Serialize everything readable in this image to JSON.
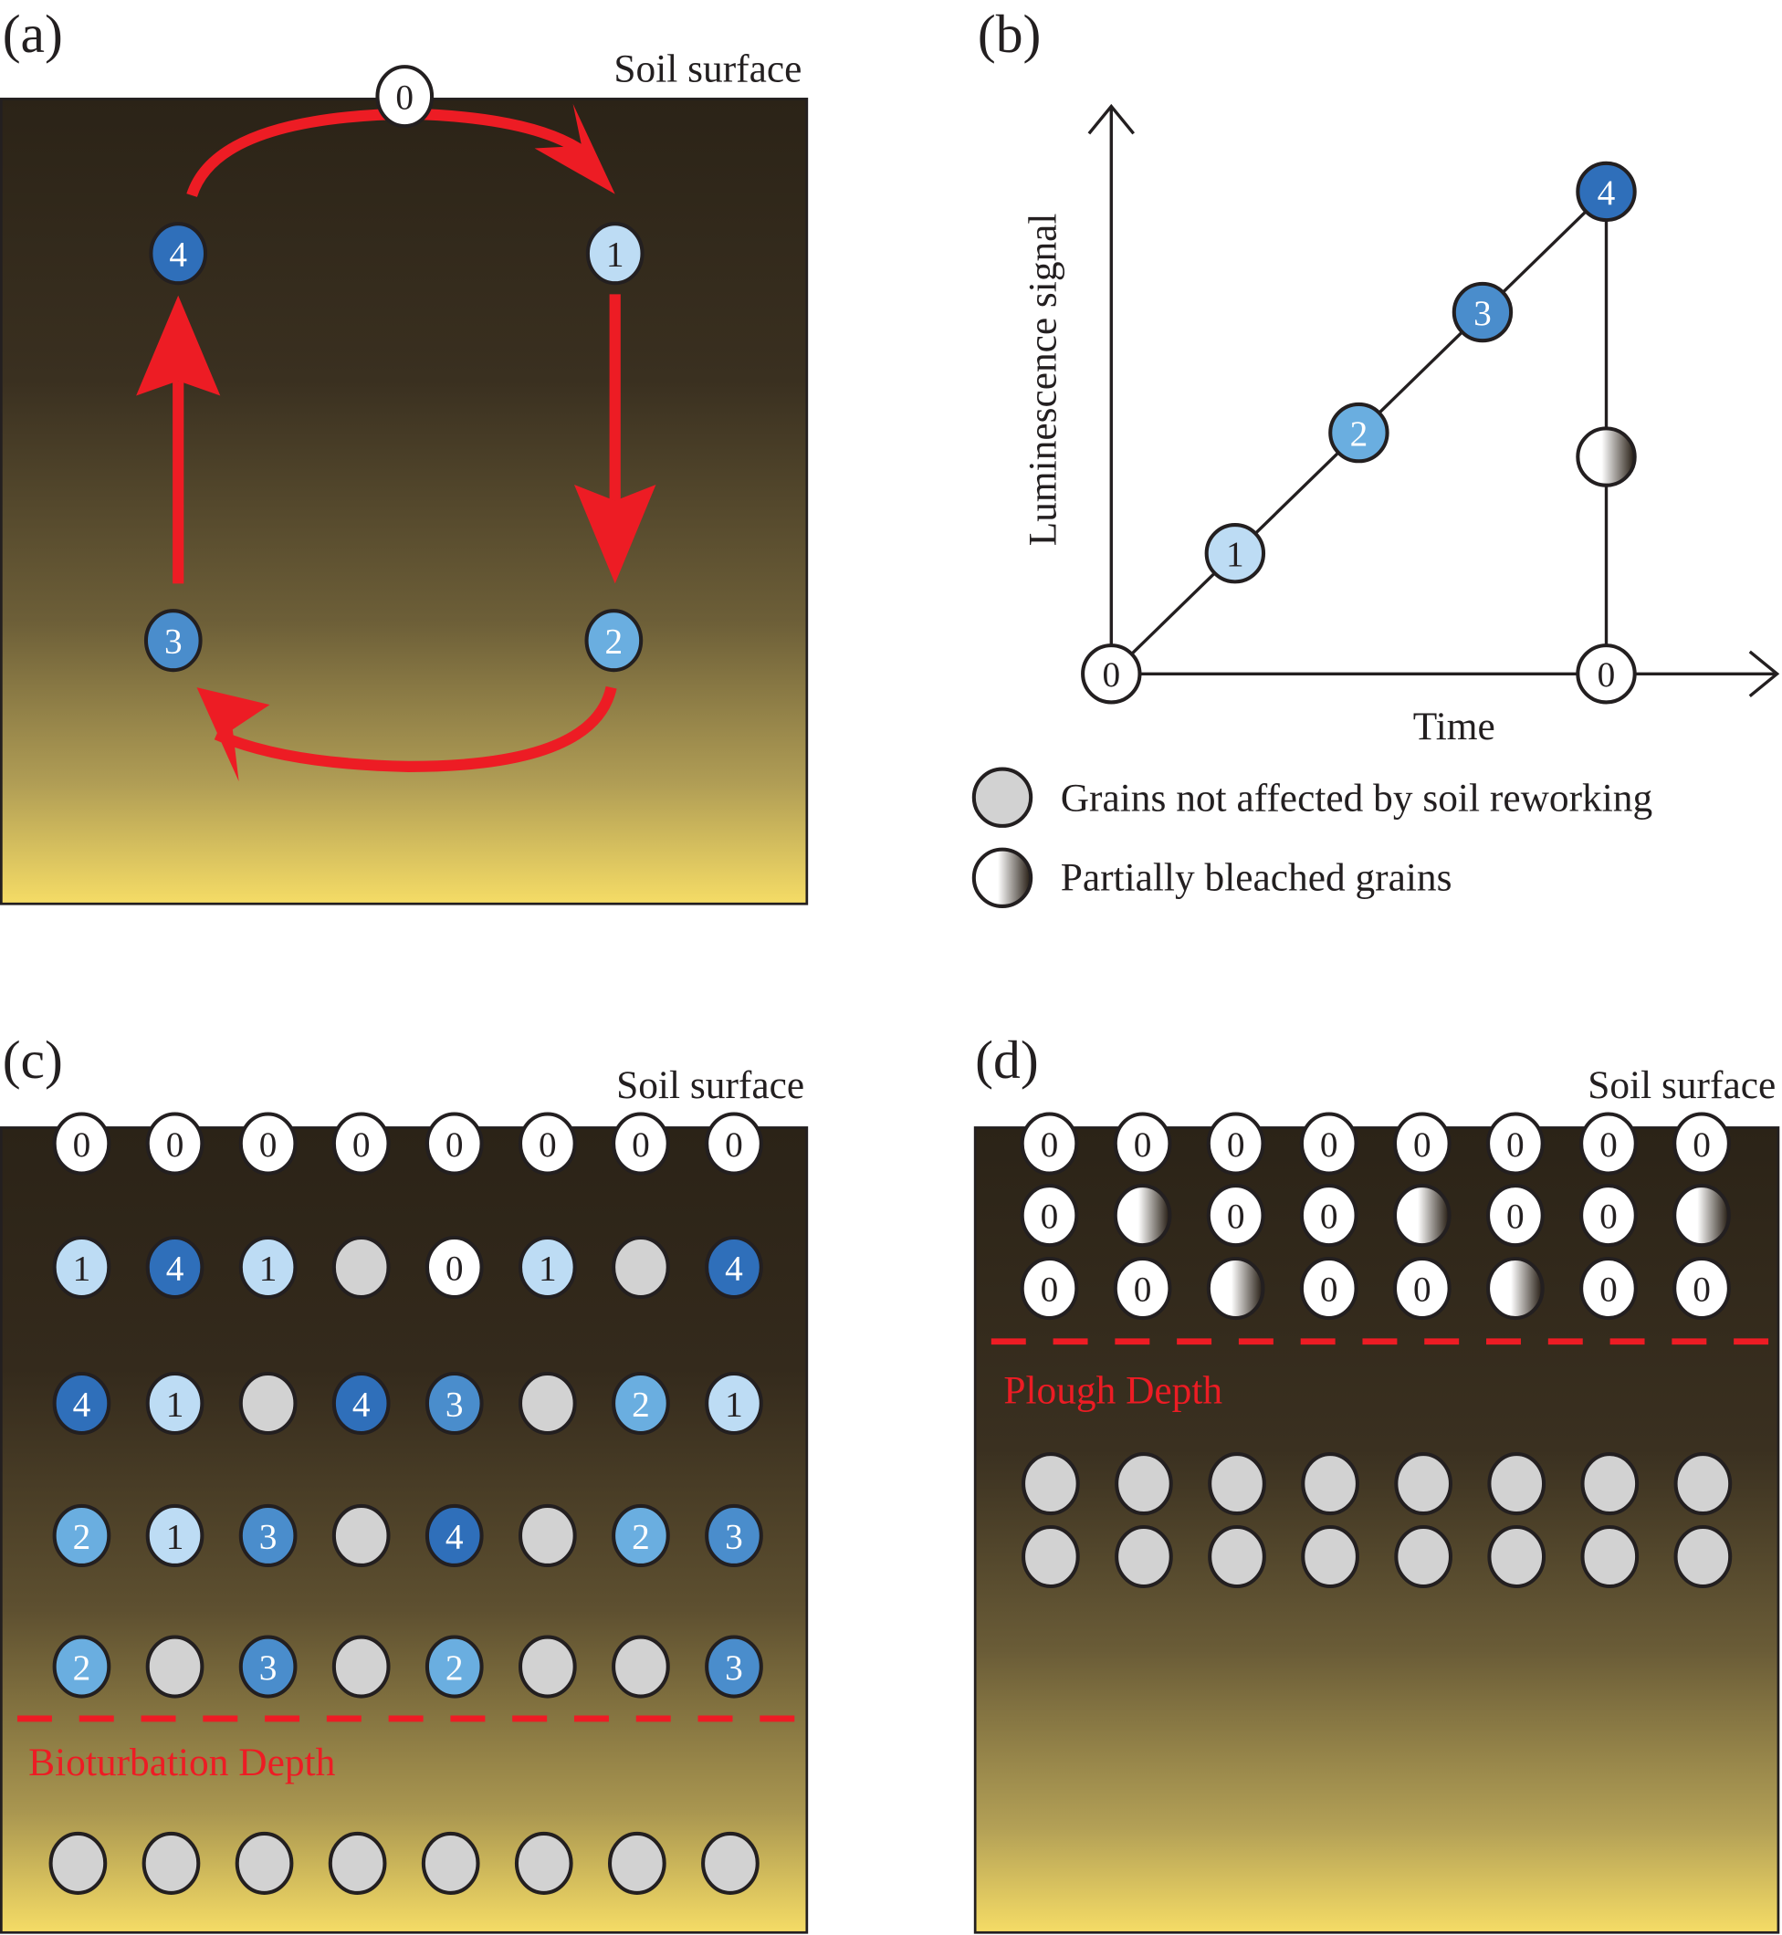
{
  "colors": {
    "soil_top": "#2b2317",
    "soil_mid": "#5b4c2e",
    "soil_bottom": "#f5dc66",
    "arrow_red": "#ed1c24",
    "outline": "#231f20",
    "grain_0": "#ffffff",
    "grain_1": "#bddcf4",
    "grain_2": "#6aaee0",
    "grain_3": "#4a8dcc",
    "grain_4": "#2f6fba",
    "grain_unaffected": "#d2d2d2",
    "text_dark": "#231f20",
    "text_light": "#ffffff"
  },
  "panel_a": {
    "label": "(a)",
    "surface_label": "Soil surface",
    "cycle_grains": [
      "0",
      "1",
      "2",
      "3",
      "4"
    ],
    "cycle_order": "0 → 1 → 2 → 3 → 4 → 0"
  },
  "panel_b": {
    "label": "(b)",
    "y_axis_title": "Luminescence signal",
    "x_axis_title": "Time",
    "points": [
      {
        "grain": "0",
        "t": 0,
        "signal": 0
      },
      {
        "grain": "1",
        "t": 1,
        "signal": 1
      },
      {
        "grain": "2",
        "t": 2,
        "signal": 2
      },
      {
        "grain": "3",
        "t": 3,
        "signal": 3
      },
      {
        "grain": "4",
        "t": 4,
        "signal": 4
      },
      {
        "grain": "partial",
        "t": 4,
        "signal": 1.8
      },
      {
        "grain": "0",
        "t": 4,
        "signal": 0
      }
    ],
    "legend": [
      {
        "symbol": "unaffected",
        "text": "Grains not affected by soil reworking"
      },
      {
        "symbol": "partial",
        "text": "Partially bleached grains"
      }
    ]
  },
  "panel_c": {
    "label": "(c)",
    "surface_label": "Soil surface",
    "depth_label": "Bioturbation Depth",
    "rows_above_depth": [
      [
        "0",
        "0",
        "0",
        "0",
        "0",
        "0",
        "0",
        "0"
      ],
      [
        "1",
        "4",
        "1",
        "U",
        "0",
        "1",
        "U",
        "4"
      ],
      [
        "4",
        "1",
        "U",
        "4",
        "3",
        "U",
        "2",
        "1"
      ],
      [
        "2",
        "1",
        "3",
        "U",
        "4",
        "U",
        "2",
        "3"
      ],
      [
        "2",
        "U",
        "3",
        "U",
        "2",
        "U",
        "U",
        "3"
      ]
    ],
    "rows_below_depth": [
      [
        "U",
        "U",
        "U",
        "U",
        "U",
        "U",
        "U",
        "U"
      ]
    ]
  },
  "panel_d": {
    "label": "(d)",
    "surface_label": "Soil surface",
    "depth_label": "Plough Depth",
    "rows_above_depth": [
      [
        "0",
        "0",
        "0",
        "0",
        "0",
        "0",
        "0",
        "0"
      ],
      [
        "0",
        "P",
        "0",
        "0",
        "P",
        "0",
        "0",
        "P"
      ],
      [
        "0",
        "0",
        "P",
        "0",
        "0",
        "P",
        "0",
        "0"
      ]
    ],
    "rows_below_depth": [
      [
        "U",
        "U",
        "U",
        "U",
        "U",
        "U",
        "U",
        "U"
      ],
      [
        "U",
        "U",
        "U",
        "U",
        "U",
        "U",
        "U",
        "U"
      ]
    ]
  }
}
